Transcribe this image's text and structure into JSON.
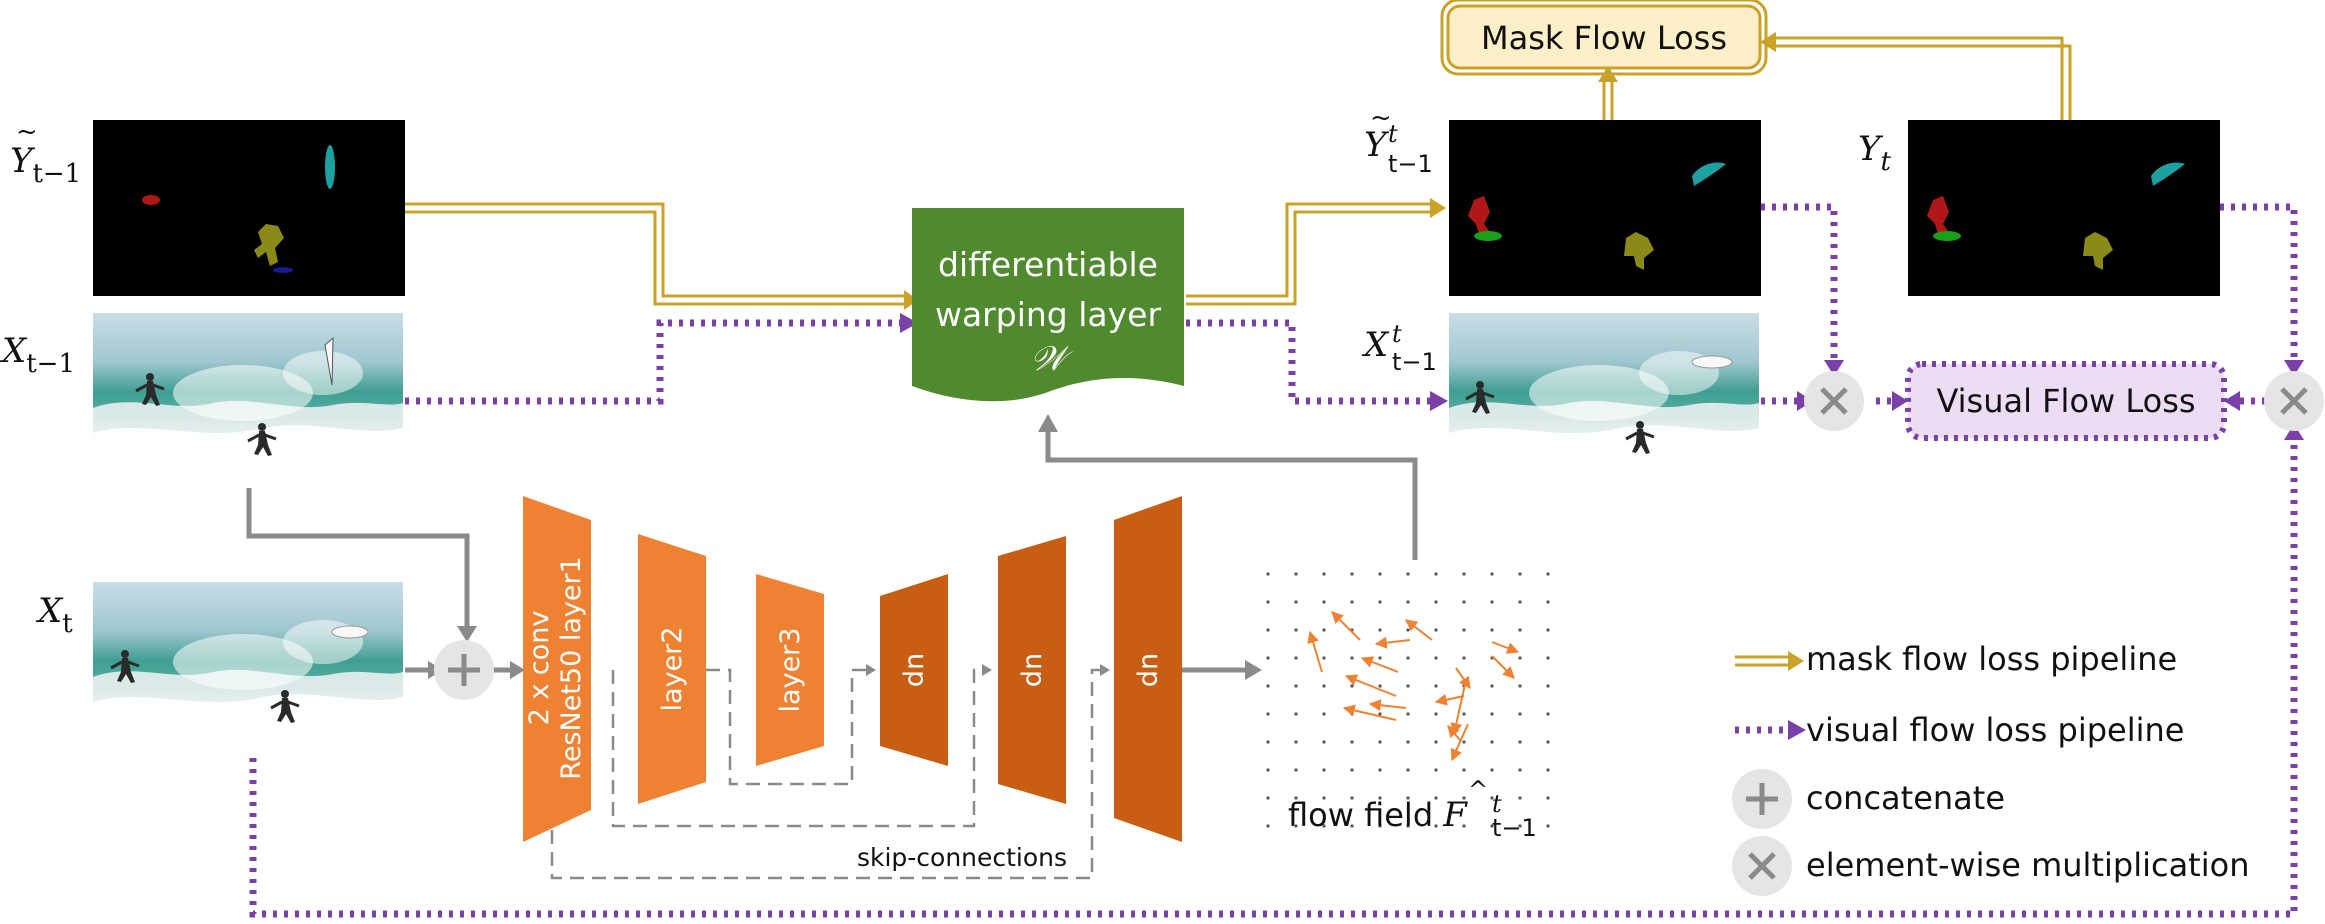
{
  "colors": {
    "mask_pipeline": "#c9a227",
    "visual_pipeline": "#7b3fa8",
    "warp_fill": "#4f8a2e",
    "encoder_fill": "#ee8232",
    "decoder_fill": "#c85e14",
    "mask_box_fill": "#fdf0c8",
    "visual_box_fill": "#ecdcf4",
    "gray": "#8a8a8a",
    "flow_arrow": "#ee8232"
  },
  "inputs": {
    "y_prev": {
      "symbol": "Y",
      "accent": "~",
      "sub": "t−1"
    },
    "x_prev": {
      "symbol": "X",
      "sub": "t−1"
    },
    "x_t": {
      "symbol": "X",
      "sub": "t"
    }
  },
  "warp": {
    "line1": "differentiable",
    "line2": "warping layer",
    "symbol": "𝒲"
  },
  "outputs": {
    "y_warp": {
      "symbol": "Y",
      "accent": "~",
      "sup": "t",
      "sub": "t−1"
    },
    "x_warp": {
      "symbol": "X",
      "sup": "t",
      "sub": "t−1"
    },
    "y_t": {
      "symbol": "Y",
      "sub": "t"
    }
  },
  "losses": {
    "mask": "Mask Flow Loss",
    "visual": "Visual Flow Loss"
  },
  "network": {
    "block1_line1": "2 x conv",
    "block1_line2": "ResNet50 layer1",
    "block2": "layer2",
    "block3": "layer3",
    "dec1": "dn",
    "dec2": "dn",
    "dec3": "dn",
    "skip_label": "skip-connections"
  },
  "flow": {
    "label_text": "flow field ",
    "symbol": "F",
    "accent": "^",
    "sup": "t",
    "sub": "t−1"
  },
  "legend": {
    "mask": "mask flow loss pipeline",
    "visual": "visual flow loss pipeline",
    "concat": "concatenate",
    "mult": "element-wise multiplication"
  }
}
